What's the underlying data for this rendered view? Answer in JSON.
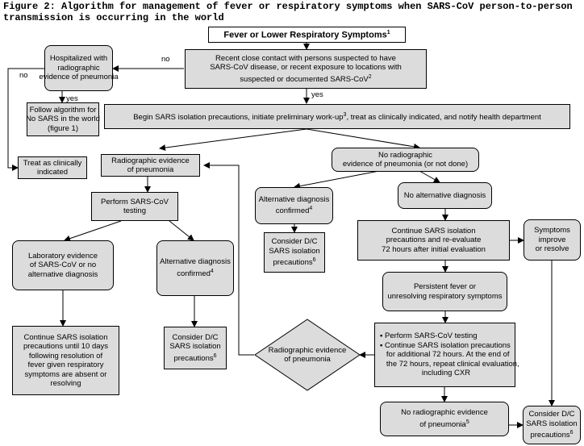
{
  "title": {
    "line1": "Figure 2: Algorithm for management of fever or respiratory symptoms when SARS-CoV person-to-person",
    "line2": "transmission is occurring in the world"
  },
  "nodes": {
    "fever": "Fever or Lower Respiratory Symptoms",
    "fever_sup": "1",
    "contact": [
      "Recent close contact with persons suspected to have",
      "SARS-CoV disease, or recent exposure to locations with",
      "suspected or documented SARS-CoV"
    ],
    "contact_sup": "2",
    "hospitalized": [
      "Hospitalized with",
      "radiographic",
      "evidence of pneumonia"
    ],
    "follow": [
      "Follow algorithm for",
      "No SARS in the world",
      "(figure 1)"
    ],
    "treat": [
      "Treat as clinically",
      "indicated"
    ],
    "begin": "Begin SARS isolation precautions, initiate preliminary work-up",
    "begin_sup": "3",
    "begin_rest": ", treat as clinically indicated, and notify health department",
    "radio_evidence": [
      "Radiographic evidence",
      "of pneumonia"
    ],
    "no_radio": [
      "No radiographic",
      "evidence of pneumonia (or not done)"
    ],
    "perform_testing": [
      "Perform SARS-CoV",
      "testing"
    ],
    "alt_confirmed_mid": [
      "Alternative diagnosis",
      "confirmed"
    ],
    "alt_confirmed_mid_sup": "4",
    "no_alt": "No alternative diagnosis",
    "consider_mid": [
      "Consider D/C",
      "SARS isolation",
      "precautions"
    ],
    "consider_mid_sup": "6",
    "lab_evidence": [
      "Laboratory evidence",
      "of SARS-CoV or no",
      "alternative diagnosis"
    ],
    "alt_confirmed_left": [
      "Alternative diagnosis",
      "confirmed"
    ],
    "alt_confirmed_left_sup": "4",
    "continue_72": [
      "Continue SARS isolation",
      "precautions and re-evaluate",
      "72 hours after initial evaluation"
    ],
    "symptoms_improve": [
      "Symptoms",
      "improve",
      "or resolve"
    ],
    "persistent": [
      "Persistent fever or",
      "unresolving respiratory symptoms"
    ],
    "continue_10": [
      "Continue SARS isolation",
      "precautions until 10 days",
      "following resolution of",
      "fever given respiratory",
      "symptoms are absent or",
      "resolving"
    ],
    "consider_left": [
      "Consider D/C",
      "SARS isolation",
      "precautions"
    ],
    "consider_left_sup": "6",
    "diamond": [
      "Radiographic evidence",
      "of pneumonia"
    ],
    "perform_bullets": [
      "Perform SARS-CoV testing",
      "Continue SARS isolation precautions",
      "for additional 72 hours.  At the end of",
      "the 72 hours, repeat clinical evaluation,",
      "including CXR"
    ],
    "no_radio_bottom": [
      "No radiographic evidence",
      "of pneumonia"
    ],
    "no_radio_bottom_sup": "5",
    "consider_right": [
      "Consider D/C",
      "SARS isolation",
      "precautions"
    ],
    "consider_right_sup": "6"
  },
  "labels": {
    "no1": "no",
    "no2": "no",
    "yes1": "yes",
    "yes2": "yes"
  }
}
